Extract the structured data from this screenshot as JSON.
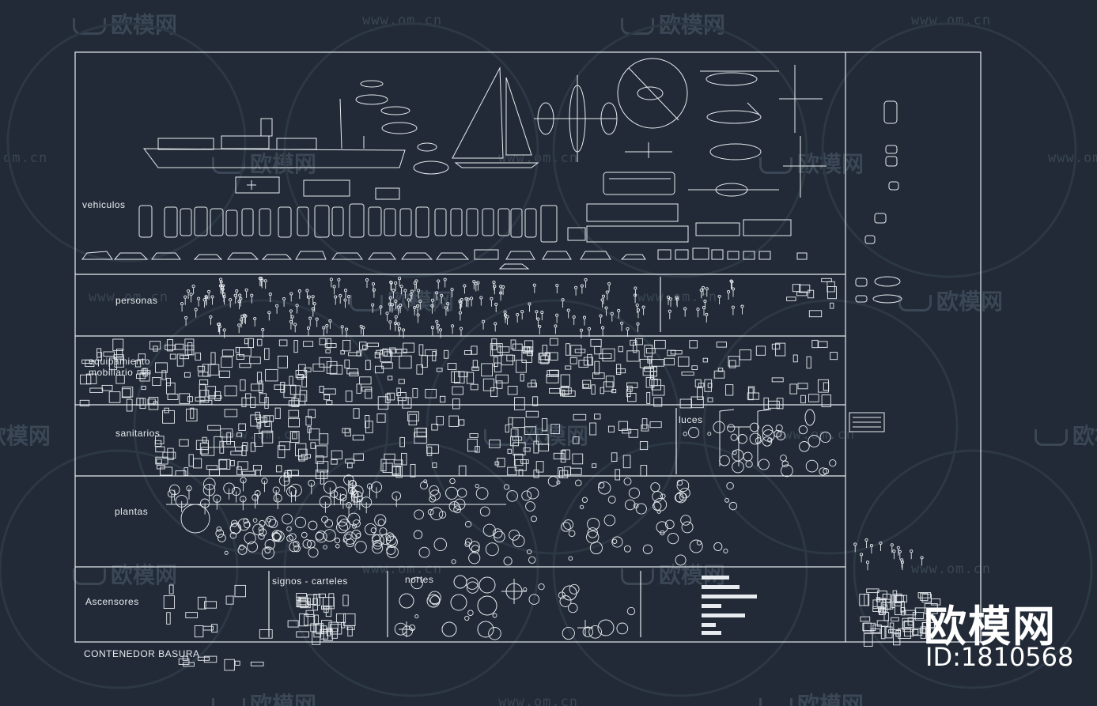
{
  "drawing": {
    "background": "#212a36",
    "line_color": "#e8ecf0",
    "watermark_color": "#3a4654",
    "sections": [
      {
        "key": "vehicles",
        "label": "vehiculos"
      },
      {
        "key": "people",
        "label": "personas"
      },
      {
        "key": "furniture",
        "label": "equipamiento\nmobiliario"
      },
      {
        "key": "sanitary",
        "label": "sanitarios"
      },
      {
        "key": "lights",
        "label": "luces"
      },
      {
        "key": "plants",
        "label": "plantas"
      },
      {
        "key": "elevators",
        "label": "Ascensores"
      },
      {
        "key": "signs",
        "label": "signos - carteles"
      },
      {
        "key": "north",
        "label": "nortes"
      },
      {
        "key": "bins",
        "label": "CONTENEDOR BASURA"
      }
    ]
  },
  "watermarks": {
    "url": "www.om.cn",
    "url_short": "om.cn",
    "logo": "欧模网"
  },
  "brand": {
    "logo": "欧模网",
    "id": "ID:1810568"
  }
}
